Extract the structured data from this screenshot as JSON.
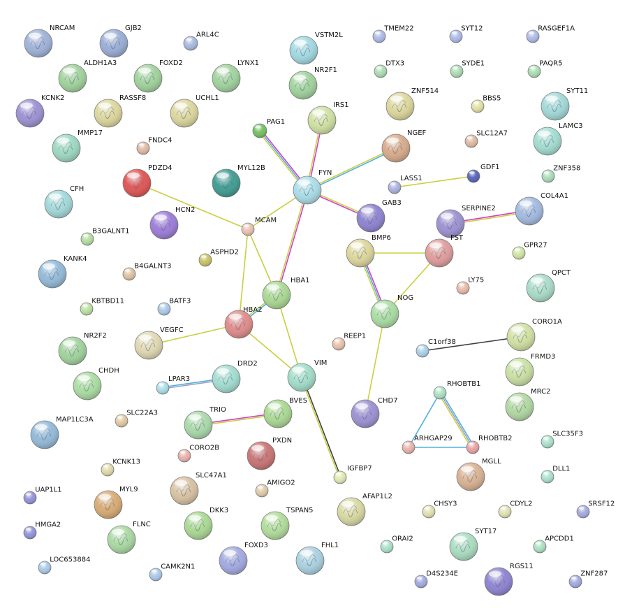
{
  "nodes": [
    {
      "id": "NRCAM",
      "color": "#9db0d8"
    },
    {
      "id": "GJB2",
      "color": "#96acd6"
    },
    {
      "id": "ARL4C",
      "color": "#a6b8e0"
    },
    {
      "id": "VSTM2L",
      "color": "#9fd8e2"
    },
    {
      "id": "TMEM22",
      "color": "#aab8e8"
    },
    {
      "id": "SYT12",
      "color": "#aab8e8"
    },
    {
      "id": "RASGEF1A",
      "color": "#aab8e8"
    },
    {
      "id": "ALDH1A3",
      "color": "#9ed29a"
    },
    {
      "id": "FOXD2",
      "color": "#9ed29a"
    },
    {
      "id": "LYNX1",
      "color": "#9ed29a"
    },
    {
      "id": "NR2F1",
      "color": "#9ed29a"
    },
    {
      "id": "DTX3",
      "color": "#a8dcb0"
    },
    {
      "id": "SYDE1",
      "color": "#a8dcb0"
    },
    {
      "id": "PAQR5",
      "color": "#a8dcb0"
    },
    {
      "id": "KCNK2",
      "color": "#9a8ed2"
    },
    {
      "id": "RASSF8",
      "color": "#dcd69a"
    },
    {
      "id": "UCHL1",
      "color": "#dcd69a"
    },
    {
      "id": "IRS1",
      "color": "#cfe0a0"
    },
    {
      "id": "ZNF514",
      "color": "#dcd69a"
    },
    {
      "id": "BBS5",
      "color": "#e0e0a0"
    },
    {
      "id": "SYT11",
      "color": "#a0d8d8"
    },
    {
      "id": "PAG1",
      "color": "#6fbf5a"
    },
    {
      "id": "MMP17",
      "color": "#9ad8c0"
    },
    {
      "id": "FNDC4",
      "color": "#e0b8a0"
    },
    {
      "id": "NGEF",
      "color": "#d8a888"
    },
    {
      "id": "SLC12A7",
      "color": "#e0b8a0"
    },
    {
      "id": "LAMC3",
      "color": "#a0dcd0"
    },
    {
      "id": "PDZD4",
      "color": "#e05050"
    },
    {
      "id": "MYL12B",
      "color": "#3a9a90"
    },
    {
      "id": "FYN",
      "color": "#a8dce8"
    },
    {
      "id": "GDF1",
      "color": "#5060b8"
    },
    {
      "id": "ZNF358",
      "color": "#a8dcb8"
    },
    {
      "id": "LASS1",
      "color": "#aab0e0"
    },
    {
      "id": "CFH",
      "color": "#a0d8d8"
    },
    {
      "id": "GAB3",
      "color": "#8a80d0"
    },
    {
      "id": "COL4A1",
      "color": "#a0b8e0"
    },
    {
      "id": "SERPINE2",
      "color": "#9a8ed2"
    },
    {
      "id": "HCN2",
      "color": "#9a78d8"
    },
    {
      "id": "MCAM",
      "color": "#e8c0b0"
    },
    {
      "id": "B3GALNT1",
      "color": "#b0dca0"
    },
    {
      "id": "FST",
      "color": "#e09a9a"
    },
    {
      "id": "BMP6",
      "color": "#dcd69a"
    },
    {
      "id": "ASPHD2",
      "color": "#c8c060"
    },
    {
      "id": "GPR27",
      "color": "#d0e4a0"
    },
    {
      "id": "KANK4",
      "color": "#90b8d8"
    },
    {
      "id": "B4GALNT3",
      "color": "#e0c0a0"
    },
    {
      "id": "LY75",
      "color": "#e8b8a8"
    },
    {
      "id": "QPCT",
      "color": "#a8dcc8"
    },
    {
      "id": "HBA1",
      "color": "#a8d890"
    },
    {
      "id": "KBTBD11",
      "color": "#b8e0a0"
    },
    {
      "id": "BATF3",
      "color": "#a8c8e8"
    },
    {
      "id": "NOG",
      "color": "#a8dca0"
    },
    {
      "id": "HBA2",
      "color": "#e08888"
    },
    {
      "id": "CORO1A",
      "color": "#d0e0a0"
    },
    {
      "id": "NR2F2",
      "color": "#9ed29a"
    },
    {
      "id": "VEGFC",
      "color": "#e0d8b0"
    },
    {
      "id": "REEP1",
      "color": "#e8c0a8"
    },
    {
      "id": "C1orf38",
      "color": "#a8d0e8"
    },
    {
      "id": "VIM",
      "color": "#a0dcc8"
    },
    {
      "id": "FRMD3",
      "color": "#c8e0a0"
    },
    {
      "id": "CHDH",
      "color": "#a8dca0"
    },
    {
      "id": "LPAR3",
      "color": "#a8dce8"
    },
    {
      "id": "DRD2",
      "color": "#a0dcd0"
    },
    {
      "id": "RHOBTB1",
      "color": "#a8e0c0"
    },
    {
      "id": "MRC2",
      "color": "#b0d8a0"
    },
    {
      "id": "CHD7",
      "color": "#9a8ed2"
    },
    {
      "id": "SLC22A3",
      "color": "#e0c8a0"
    },
    {
      "id": "TRIO",
      "color": "#a8d8a8"
    },
    {
      "id": "BVES",
      "color": "#a8d890"
    },
    {
      "id": "MAP1LC3A",
      "color": "#90b8d8"
    },
    {
      "id": "SLC35F3",
      "color": "#a8e0c8"
    },
    {
      "id": "CORO2B",
      "color": "#e8b0a8"
    },
    {
      "id": "ARHGAP29",
      "color": "#e8b0a8"
    },
    {
      "id": "RHOBTB2",
      "color": "#e8a0a0"
    },
    {
      "id": "PXDN",
      "color": "#c87070"
    },
    {
      "id": "KCNK13",
      "color": "#e0d8a8"
    },
    {
      "id": "MGLL",
      "color": "#d8b090"
    },
    {
      "id": "DLL1",
      "color": "#a8e0d0"
    },
    {
      "id": "SLC47A1",
      "color": "#d8c0a0"
    },
    {
      "id": "IGFBP7",
      "color": "#e0e8b0"
    },
    {
      "id": "AMIGO2",
      "color": "#e0c8a8"
    },
    {
      "id": "UAP1L1",
      "color": "#9090d8"
    },
    {
      "id": "MYL9",
      "color": "#d8a870"
    },
    {
      "id": "AFAP1L2",
      "color": "#d8d8a0"
    },
    {
      "id": "CHSY3",
      "color": "#e0e0b0"
    },
    {
      "id": "CDYL2",
      "color": "#e0e0b0"
    },
    {
      "id": "SRSF12",
      "color": "#a0a8e0"
    },
    {
      "id": "DKK3",
      "color": "#a8d890"
    },
    {
      "id": "TSPAN5",
      "color": "#b0dc98"
    },
    {
      "id": "HMGA2",
      "color": "#9090d8"
    },
    {
      "id": "FLNC",
      "color": "#a8d8a0"
    },
    {
      "id": "SYT17",
      "color": "#a8dcc0"
    },
    {
      "id": "APCDD1",
      "color": "#a8e0c0"
    },
    {
      "id": "ORAI2",
      "color": "#a8e0c8"
    },
    {
      "id": "LOC653884",
      "color": "#a8c8e8"
    },
    {
      "id": "FOXD3",
      "color": "#a0a8e0"
    },
    {
      "id": "FHL1",
      "color": "#a8d0e0"
    },
    {
      "id": "CAMK2N1",
      "color": "#a8c8e8"
    },
    {
      "id": "D4S234E",
      "color": "#a0a8e0"
    },
    {
      "id": "RGS11",
      "color": "#8a80d0"
    },
    {
      "id": "ZNF287",
      "color": "#a0a8e0"
    }
  ]
}
